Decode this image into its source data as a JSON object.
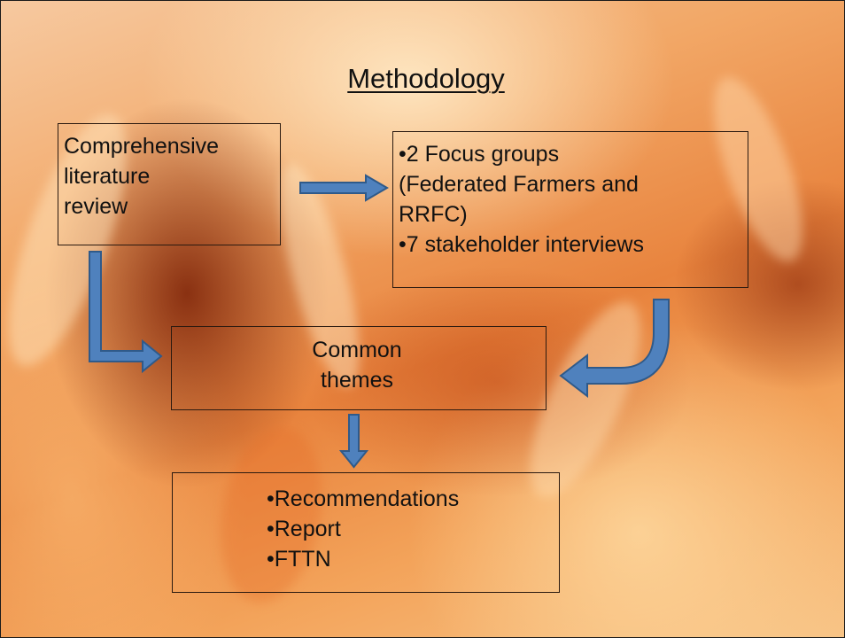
{
  "slide": {
    "title": "Methodology"
  },
  "literature_box": {
    "lines": [
      "Comprehensive",
      "literature",
      "review"
    ]
  },
  "focus_box": {
    "lines": [
      "•2 Focus groups",
      "(Federated Farmers and",
      "RRFC)",
      "•7 stakeholder interviews"
    ]
  },
  "themes_box": {
    "lines": [
      "Common",
      "themes"
    ]
  },
  "outcomes_box": {
    "lines": [
      "•Recommendations",
      "•Report",
      "•FTTN"
    ]
  },
  "colors": {
    "arrow_fill": "#4f81bd",
    "arrow_stroke": "#2f5a8a",
    "text": "#111111",
    "box_border": "#2b1a10"
  },
  "icons": [
    "arrow-right-icon",
    "arrow-down-right-icon",
    "arrow-curved-left-icon",
    "arrow-down-icon"
  ]
}
